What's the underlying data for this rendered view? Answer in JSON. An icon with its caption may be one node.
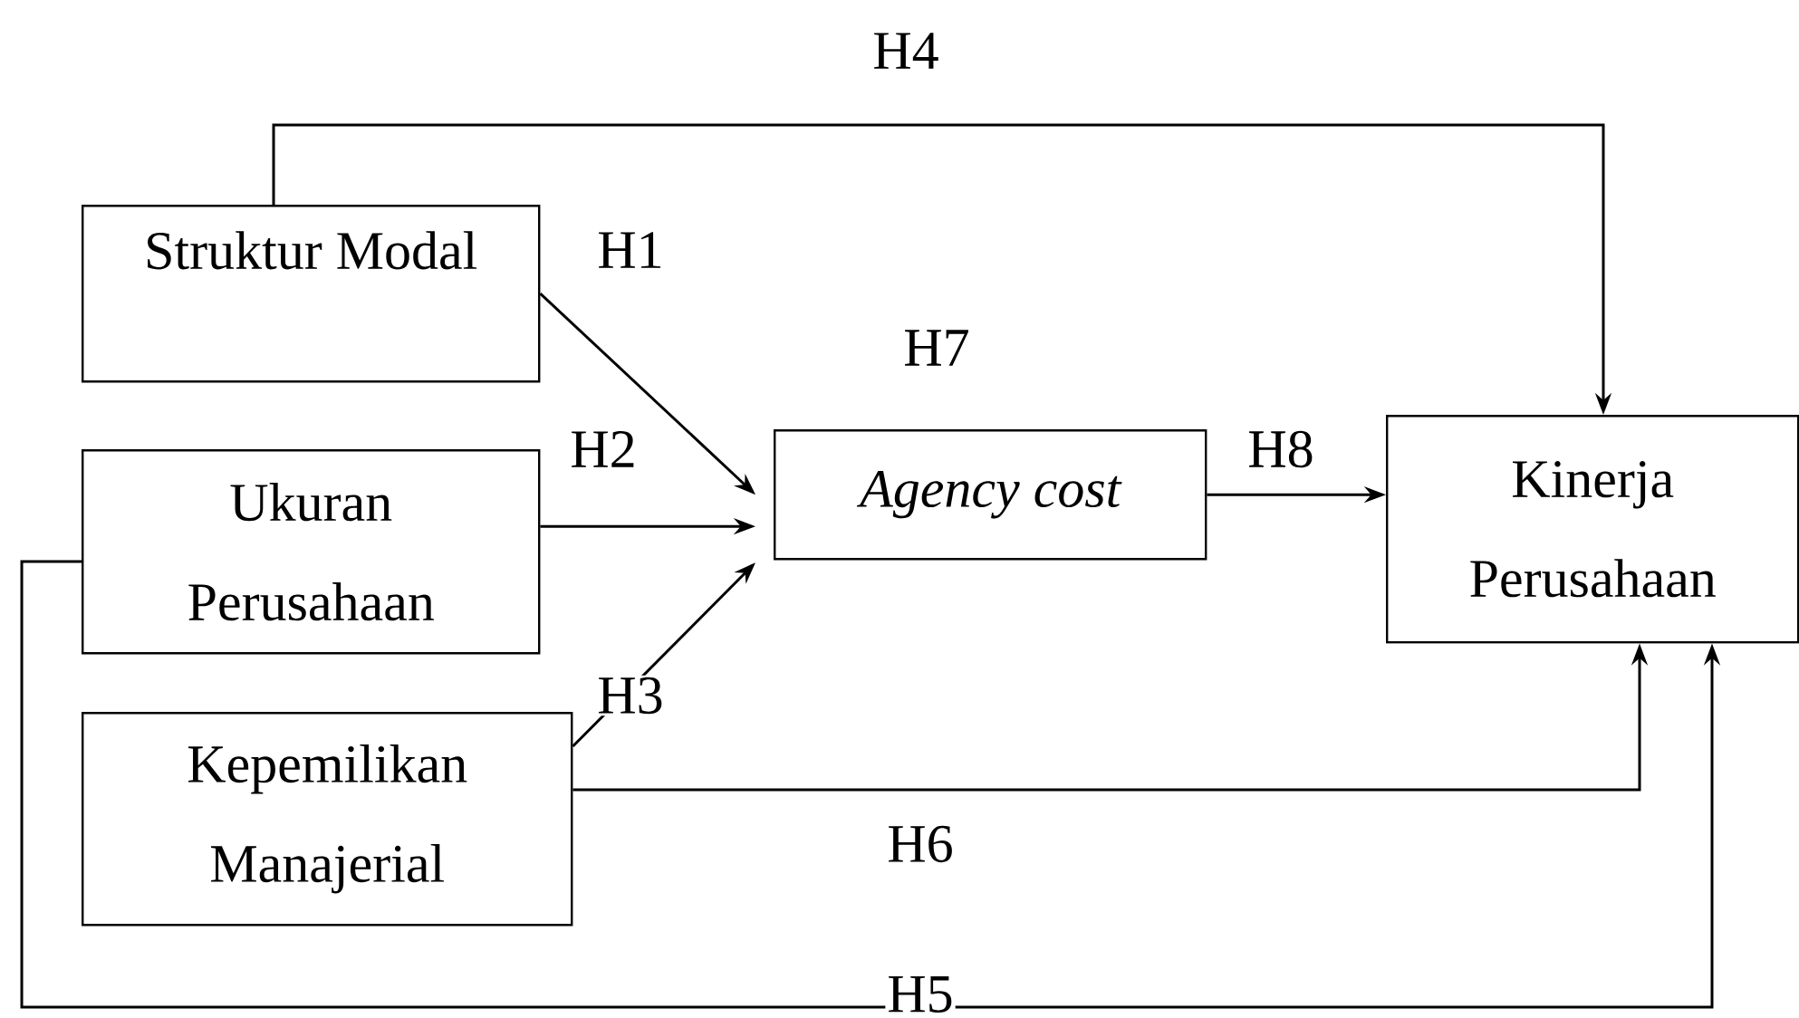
{
  "diagram": {
    "nodes": [
      {
        "text": [
          "Struktur Modal"
        ]
      },
      {
        "text": [
          "Ukuran Perusahaan"
        ]
      },
      {
        "text": [
          "Kepemilikan Manajerial"
        ]
      },
      {
        "text": [
          "Agency cost"
        ]
      },
      {
        "text": [
          "Kinerja Perusahaan"
        ]
      }
    ],
    "edges": [
      {
        "from": 0,
        "to": 4,
        "arrow": "to",
        "label": "H4"
      },
      {
        "from": 0,
        "to": 3,
        "arrow": "to",
        "label": "H1"
      },
      {
        "from": 1,
        "to": 3,
        "arrow": "to",
        "label": "H2"
      },
      {
        "from": 2,
        "to": 3,
        "arrow": "to",
        "label": "H3"
      },
      {
        "from": 3,
        "to": 4,
        "arrow": "to",
        "label": "H8"
      },
      {
        "from": 2,
        "to": 4,
        "arrow": "to",
        "label": "H6"
      },
      {
        "from": 1,
        "to": 4,
        "arrow": "to",
        "label": "H5"
      }
    ],
    "labels": [
      "H7"
    ]
  }
}
